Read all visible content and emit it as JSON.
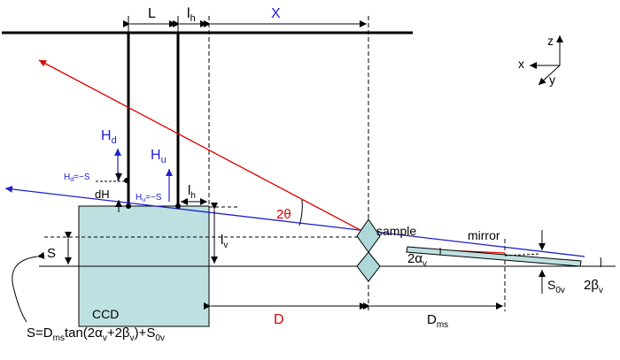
{
  "colors": {
    "black": "#000000",
    "blue": "#1f1fd0",
    "red": "#e00000",
    "ccd_fill": "#bfe0e0",
    "mirror_fill": "#bfe0e0",
    "diamond_fill": "#aed8d8"
  },
  "labels": {
    "L": "L",
    "lh_top_main": "l",
    "lh_top_sub": "h",
    "X": "X",
    "axis_z": "z",
    "axis_x": "x",
    "axis_y": "y",
    "Hd_main": "H",
    "Hd_sub": "d",
    "Hu_main": "H",
    "Hu_sub": "u",
    "Hd_eq_main": "H",
    "Hd_eq_sub": "d",
    "Hd_eq_rest": "=−S",
    "Hu_eq_main": "H",
    "Hu_eq_sub": "u",
    "Hu_eq_rest": "=−S",
    "dH": "dH",
    "lh_mid_main": "l",
    "lh_mid_sub": "h",
    "two_theta": "2θ",
    "lv_main": "l",
    "lv_sub": "v",
    "S": "S",
    "sample": "sample",
    "mirror": "mirror",
    "two_alpha_main": "2α",
    "two_alpha_sub": "v",
    "S0v_main": "S",
    "S0v_sub": "0v",
    "two_beta_main": "2β",
    "two_beta_sub": "v",
    "CCD": "CCD",
    "D": "D",
    "Dms_main": "D",
    "Dms_sub": "ms",
    "formula_a": "S=D",
    "formula_a_sub": "ms",
    "formula_b": "tan(2α",
    "formula_b_sub": "v",
    "formula_c": "+2β",
    "formula_c_sub": "v",
    "formula_d": ")+S",
    "formula_d_sub": "0v"
  }
}
